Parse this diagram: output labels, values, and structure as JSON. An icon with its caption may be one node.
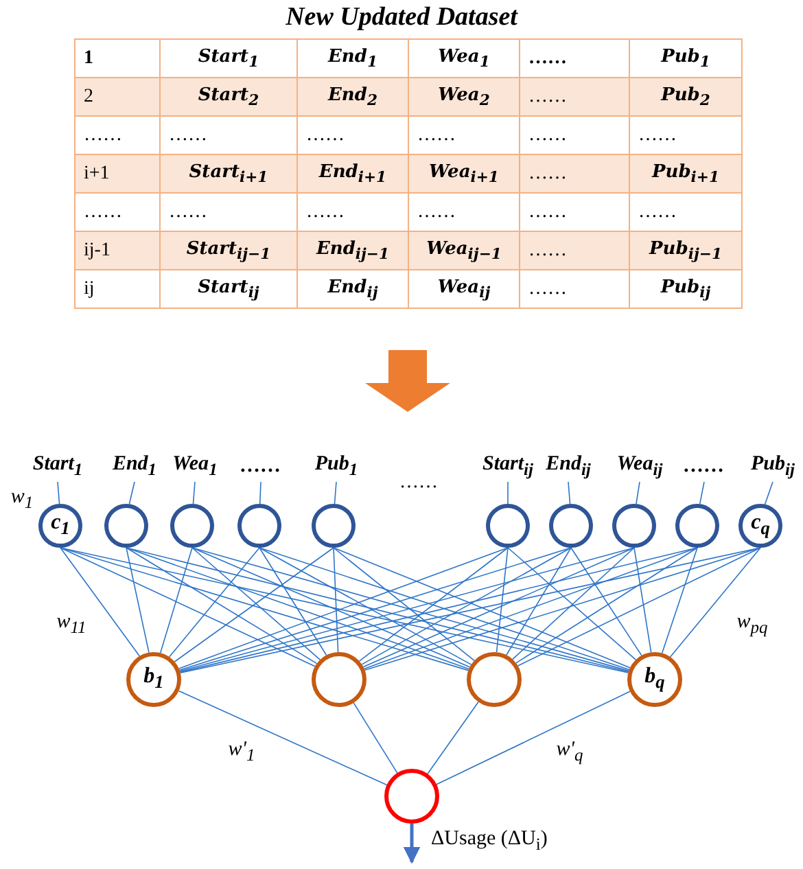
{
  "diagram": {
    "title": "New Updated Dataset",
    "nodes": [
      {
        "text": [
          "Start$_{1}$"
        ]
      },
      {
        "text": [
          "End$_{1}$"
        ]
      },
      {
        "text": [
          "Wea$_{1}$"
        ]
      },
      {
        "text": [
          "……"
        ]
      },
      {
        "text": [
          "Pub$_{1}$"
        ]
      },
      {
        "text": [
          "Start$_{ij}$"
        ]
      },
      {
        "text": [
          "End$_{ij}$"
        ]
      },
      {
        "text": [
          "Wea$_{ij}$"
        ]
      },
      {
        "text": [
          "……"
        ]
      },
      {
        "text": [
          "Pub$_{ij}$"
        ]
      },
      {
        "text": [
          "c$_{1}$"
        ]
      },
      {
        "text": [],
        "shape": "circle"
      },
      {
        "text": [],
        "shape": "circle"
      },
      {
        "text": [],
        "shape": "circle"
      },
      {
        "text": [],
        "shape": "circle"
      },
      {
        "text": [],
        "shape": "circle"
      },
      {
        "text": [],
        "shape": "circle"
      },
      {
        "text": [],
        "shape": "circle"
      },
      {
        "text": [],
        "shape": "circle"
      },
      {
        "text": [
          "c$_{q}$"
        ]
      },
      {
        "text": [
          "b$_{1}$"
        ]
      },
      {
        "text": [],
        "shape": "circle"
      },
      {
        "text": [],
        "shape": "circle"
      },
      {
        "text": [
          "b$_{q}$"
        ]
      },
      {
        "text": [],
        "shape": "circle"
      }
    ],
    "edges": [
      {
        "from": 0,
        "to": 10,
        "arrow": "none"
      },
      {
        "from": 1,
        "to": 11,
        "arrow": "none"
      },
      {
        "from": 2,
        "to": 12,
        "arrow": "none"
      },
      {
        "from": 3,
        "to": 13,
        "arrow": "none"
      },
      {
        "from": 4,
        "to": 14,
        "arrow": "none"
      },
      {
        "from": 5,
        "to": 15,
        "arrow": "none"
      },
      {
        "from": 6,
        "to": 16,
        "arrow": "none"
      },
      {
        "from": 7,
        "to": 17,
        "arrow": "none"
      },
      {
        "from": 8,
        "to": 18,
        "arrow": "none"
      },
      {
        "from": 9,
        "to": 19,
        "arrow": "none"
      },
      {
        "from": 10,
        "to": 20,
        "arrow": "none"
      },
      {
        "from": 10,
        "to": 21,
        "arrow": "none"
      },
      {
        "from": 10,
        "to": 22,
        "arrow": "none"
      },
      {
        "from": 10,
        "to": 23,
        "arrow": "none"
      },
      {
        "from": 11,
        "to": 20,
        "arrow": "none"
      },
      {
        "from": 11,
        "to": 21,
        "arrow": "none"
      },
      {
        "from": 11,
        "to": 22,
        "arrow": "none"
      },
      {
        "from": 11,
        "to": 23,
        "arrow": "none"
      },
      {
        "from": 12,
        "to": 20,
        "arrow": "none"
      },
      {
        "from": 12,
        "to": 21,
        "arrow": "none"
      },
      {
        "from": 12,
        "to": 22,
        "arrow": "none"
      },
      {
        "from": 12,
        "to": 23,
        "arrow": "none"
      },
      {
        "from": 13,
        "to": 20,
        "arrow": "none"
      },
      {
        "from": 13,
        "to": 21,
        "arrow": "none"
      },
      {
        "from": 13,
        "to": 22,
        "arrow": "none"
      },
      {
        "from": 13,
        "to": 23,
        "arrow": "none"
      },
      {
        "from": 14,
        "to": 20,
        "arrow": "none"
      },
      {
        "from": 14,
        "to": 21,
        "arrow": "none"
      },
      {
        "from": 14,
        "to": 22,
        "arrow": "none"
      },
      {
        "from": 14,
        "to": 23,
        "arrow": "none"
      },
      {
        "from": 15,
        "to": 20,
        "arrow": "none"
      },
      {
        "from": 15,
        "to": 21,
        "arrow": "none"
      },
      {
        "from": 15,
        "to": 22,
        "arrow": "none"
      },
      {
        "from": 15,
        "to": 23,
        "arrow": "none"
      },
      {
        "from": 16,
        "to": 20,
        "arrow": "none"
      },
      {
        "from": 16,
        "to": 21,
        "arrow": "none"
      },
      {
        "from": 16,
        "to": 22,
        "arrow": "none"
      },
      {
        "from": 16,
        "to": 23,
        "arrow": "none"
      },
      {
        "from": 17,
        "to": 20,
        "arrow": "none"
      },
      {
        "from": 17,
        "to": 21,
        "arrow": "none"
      },
      {
        "from": 17,
        "to": 22,
        "arrow": "none"
      },
      {
        "from": 17,
        "to": 23,
        "arrow": "none"
      },
      {
        "from": 18,
        "to": 20,
        "arrow": "none"
      },
      {
        "from": 18,
        "to": 21,
        "arrow": "none"
      },
      {
        "from": 18,
        "to": 22,
        "arrow": "none"
      },
      {
        "from": 18,
        "to": 23,
        "arrow": "none"
      },
      {
        "from": 19,
        "to": 20,
        "arrow": "none"
      },
      {
        "from": 19,
        "to": 21,
        "arrow": "none"
      },
      {
        "from": 19,
        "to": 22,
        "arrow": "none"
      },
      {
        "from": 19,
        "to": 23,
        "arrow": "none"
      },
      {
        "from": 20,
        "to": 24,
        "arrow": "none"
      },
      {
        "from": 21,
        "to": 24,
        "arrow": "none"
      },
      {
        "from": 22,
        "to": 24,
        "arrow": "none"
      },
      {
        "from": 23,
        "to": 24,
        "arrow": "none"
      },
      {
        "from": 24,
        "to": null,
        "arrow": "to",
        "label": "ΔUsage (ΔU$_{i}$)",
        "style": "thick",
        "color": "#4472c4"
      }
    ],
    "labels": [
      "1",
      "Start$_{1}$",
      "End$_{1}$",
      "Wea$_{1}$",
      "……",
      "Pub$_{1}$",
      "2",
      "Start$_{2}$",
      "End$_{2}$",
      "Wea$_{2}$",
      "……",
      "Pub$_{2}$",
      "……",
      "……",
      "……",
      "……",
      "……",
      "……",
      "i+1",
      "Start$_{i+1}$",
      "End$_{i+1}$",
      "Wea$_{i+1}$",
      "……",
      "Pub$_{i+1}$",
      "……",
      "……",
      "……",
      "……",
      "……",
      "……",
      "ij-1",
      "Start$_{ij−1}$",
      "End$_{ij−1}$",
      "Wea$_{ij−1}$",
      "……",
      "Pub$_{ij−1}$",
      "ij",
      "Start$_{ij}$",
      "End$_{ij}$",
      "Wea$_{ij}$",
      "……",
      "Pub$_{ij}$",
      "……",
      "w$_{1}$",
      "w$_{11}$",
      "w$_{pq}$",
      "w'$_{1}$",
      "w'$_{q}$"
    ]
  }
}
